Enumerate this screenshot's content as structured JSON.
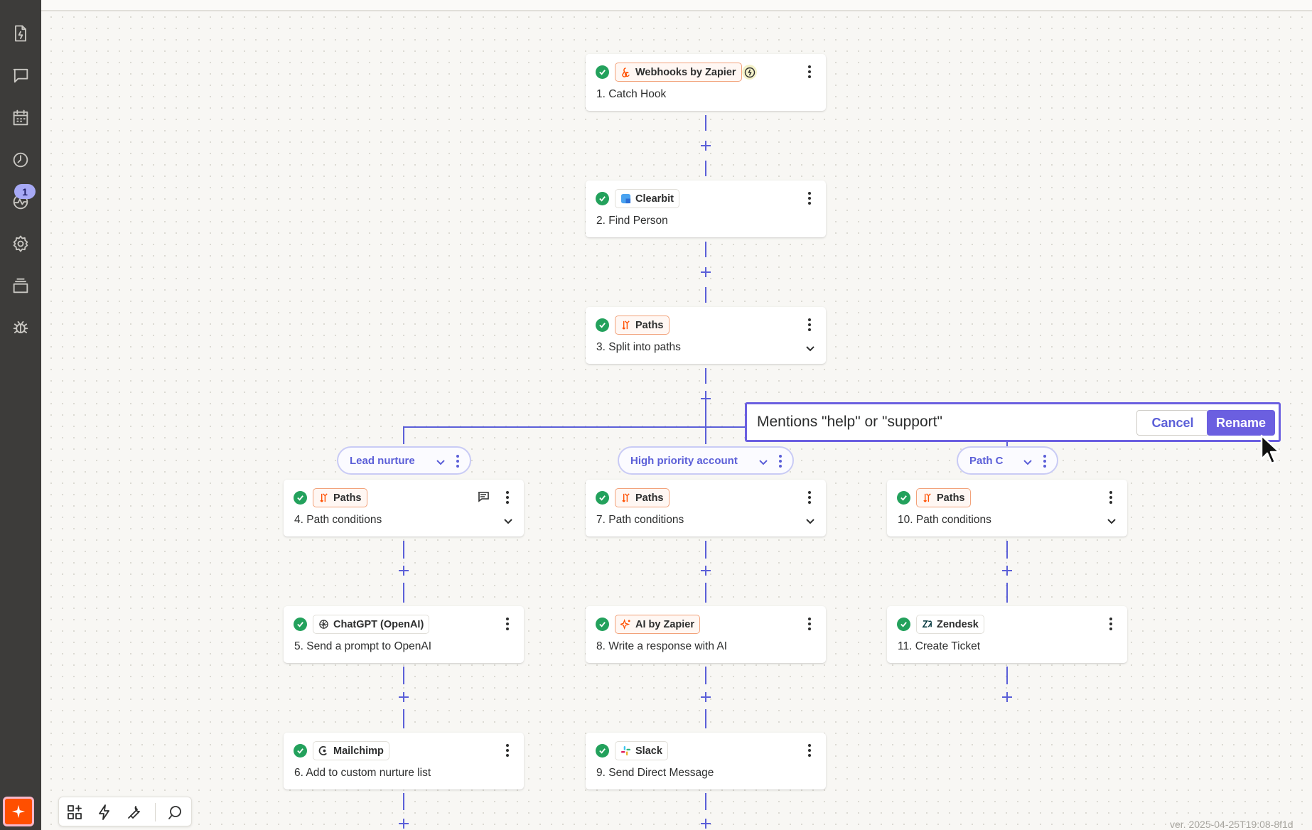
{
  "sidebar": {
    "items": [
      {
        "icon": "document-bolt-icon"
      },
      {
        "icon": "chat-icon"
      },
      {
        "icon": "calendar-icon"
      },
      {
        "icon": "history-icon"
      },
      {
        "icon": "activity-icon",
        "badge": "1"
      },
      {
        "icon": "settings-icon"
      },
      {
        "icon": "layers-icon"
      },
      {
        "icon": "bug-icon"
      }
    ],
    "brand_icon": "zapier-asterisk-icon"
  },
  "steps": [
    {
      "app": "Webhooks by Zapier",
      "title": "1. Catch Hook",
      "icon": "webhook-icon",
      "style": "orange"
    },
    {
      "app": "Clearbit",
      "title": "2. Find Person",
      "icon": "clearbit-icon",
      "style": "plain"
    },
    {
      "app": "Paths",
      "title": "3. Split into paths",
      "icon": "paths-icon",
      "style": "orange"
    },
    {
      "app": "Paths",
      "title": "4. Path conditions",
      "icon": "paths-icon",
      "style": "orange"
    },
    {
      "app": "ChatGPT (OpenAI)",
      "title": "5. Send a prompt to OpenAI",
      "icon": "openai-icon",
      "style": "plain"
    },
    {
      "app": "Mailchimp",
      "title": "6. Add to custom nurture list",
      "icon": "mailchimp-icon",
      "style": "plain"
    },
    {
      "app": "Paths",
      "title": "7. Path conditions",
      "icon": "paths-icon",
      "style": "orange"
    },
    {
      "app": "AI by Zapier",
      "title": "8. Write a response with AI",
      "icon": "ai-sparkle-icon",
      "style": "orange"
    },
    {
      "app": "Slack",
      "title": "9. Send Direct Message",
      "icon": "slack-icon",
      "style": "plain"
    },
    {
      "app": "Paths",
      "title": "10. Path conditions",
      "icon": "paths-icon",
      "style": "orange"
    },
    {
      "app": "Zendesk",
      "title": "11. Create Ticket",
      "icon": "zendesk-icon",
      "style": "plain"
    }
  ],
  "paths": [
    {
      "label": "Lead nurture"
    },
    {
      "label": "High priority account"
    },
    {
      "label": "Path C"
    }
  ],
  "rename_dialog": {
    "value": "Mentions \"help\" or \"support\"",
    "cancel_label": "Cancel",
    "rename_label": "Rename"
  },
  "toolbar": {
    "items": [
      "grid-add-icon",
      "bolt-icon",
      "wrench-icon",
      "search-icon"
    ]
  },
  "version": "ver. 2025-04-25T19:08-8f1d",
  "colors": {
    "accent": "#6b5fe0",
    "success": "#23a15c",
    "brand": "#ff4f00",
    "sidebar": "#3d3c3a"
  }
}
